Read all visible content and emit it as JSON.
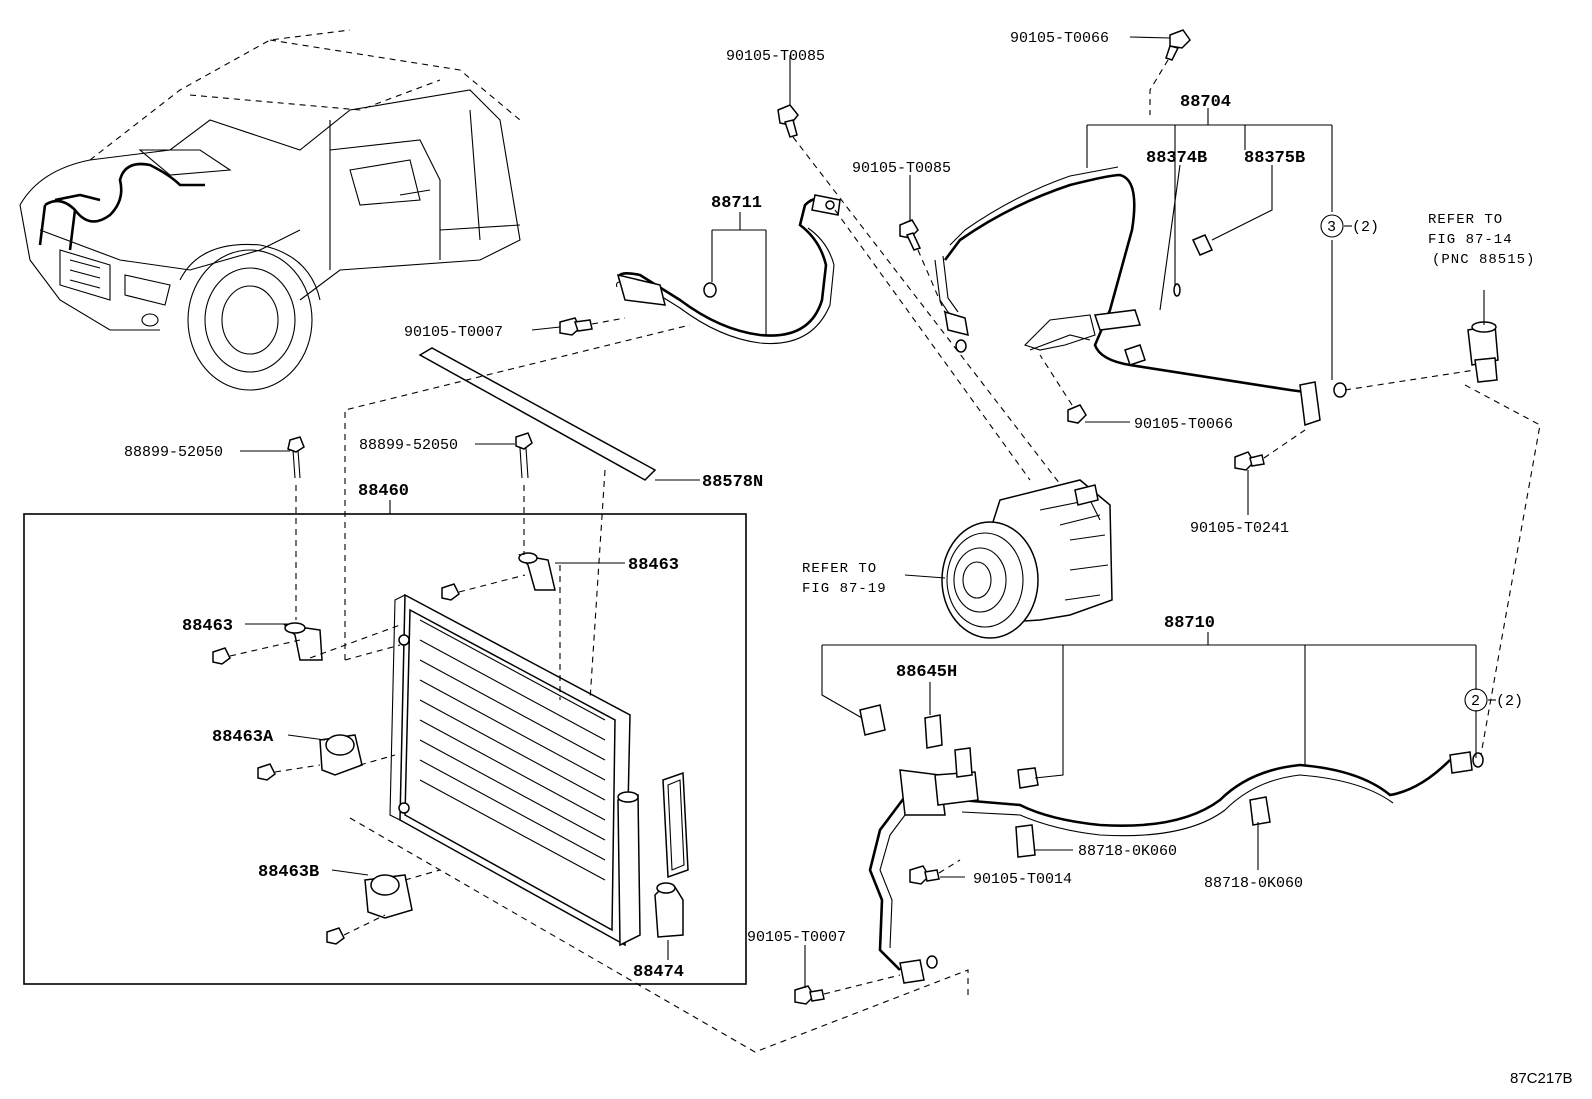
{
  "figure_id": "87C217B",
  "labels": {
    "b_t0085_top": "90105-T0085",
    "b_t0066_top": "90105-T0066",
    "p88704": "88704",
    "b_t0085_mid": "90105-T0085",
    "p88374b": "88374B",
    "p88375b": "88375B",
    "p88711": "88711",
    "circle3": "3",
    "circle3_qty": "(2)",
    "b_t0007_top": "90105-T0007",
    "b_t0066_mid": "90105-T0066",
    "b_t0241": "90105-T0241",
    "bolt_52050_left": "88899-52050",
    "bolt_52050_mid": "88899-52050",
    "p88578n": "88578N",
    "p88460": "88460",
    "p88463_r": "88463",
    "p88463_l": "88463",
    "p88463a": "88463A",
    "p88463b": "88463B",
    "p88474": "88474",
    "p88710": "88710",
    "p88645h": "88645H",
    "circle2": "2",
    "circle2_qty": "(2)",
    "clip_0k060_a": "88718-0K060",
    "clip_0k060_b": "88718-0K060",
    "b_t0014": "90105-T0014",
    "b_t0007_bot": "90105-T0007"
  },
  "refs": {
    "compressor_line1": "REFER TO",
    "compressor_line2": "FIG 87-19",
    "valve_line1": "REFER TO",
    "valve_line2": "FIG 87-14",
    "valve_line3": "(PNC 88515)"
  }
}
